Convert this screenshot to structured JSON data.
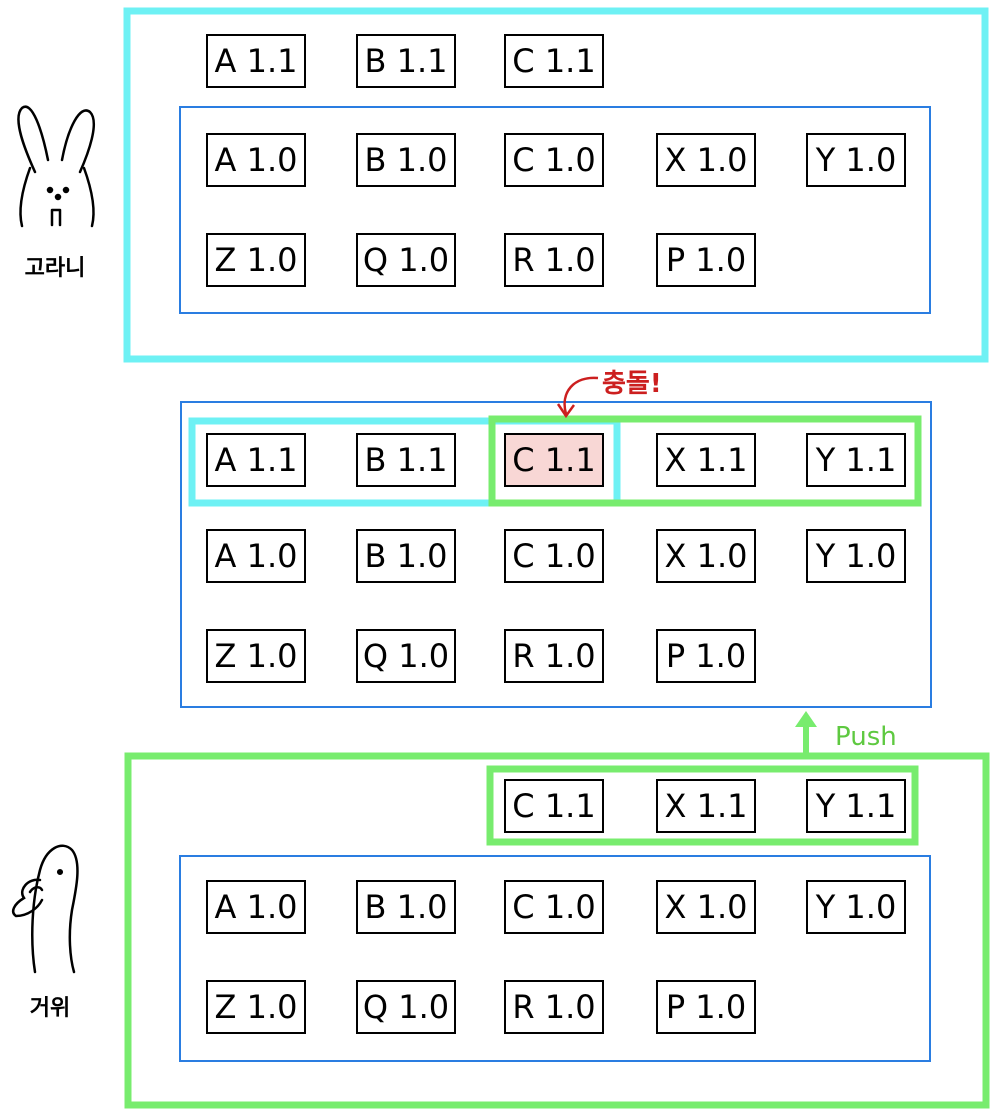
{
  "colors": {
    "cyan": "#6ef1f4",
    "green": "#78ec6e",
    "blue": "#2a7de1",
    "conflict_fill": "#f8d7d5",
    "red": "#cc1f1f"
  },
  "top_section": {
    "person_label": "고라니",
    "person_icon": "rabbit-icon",
    "new_packages": [
      "A 1.1",
      "B 1.1",
      "C 1.1"
    ],
    "old_row1": [
      "A 1.0",
      "B 1.0",
      "C 1.0",
      "X 1.0",
      "Y 1.0"
    ],
    "old_row2": [
      "Z 1.0",
      "Q 1.0",
      "R 1.0",
      "P 1.0"
    ]
  },
  "middle_section": {
    "conflict_note": "충돌!",
    "row1": [
      "A 1.1",
      "B 1.1",
      "C 1.1",
      "X 1.1",
      "Y 1.1"
    ],
    "conflict_index": 2,
    "row2": [
      "A 1.0",
      "B 1.0",
      "C 1.0",
      "X 1.0",
      "Y 1.0"
    ],
    "row3": [
      "Z 1.0",
      "Q 1.0",
      "R 1.0",
      "P 1.0"
    ]
  },
  "push_label": "Push",
  "bottom_section": {
    "person_label": "거위",
    "person_icon": "goose-icon",
    "new_packages": [
      "C 1.1",
      "X 1.1",
      "Y 1.1"
    ],
    "old_row1": [
      "A 1.0",
      "B 1.0",
      "C 1.0",
      "X 1.0",
      "Y 1.0"
    ],
    "old_row2": [
      "Z 1.0",
      "Q 1.0",
      "R 1.0",
      "P 1.0"
    ]
  }
}
